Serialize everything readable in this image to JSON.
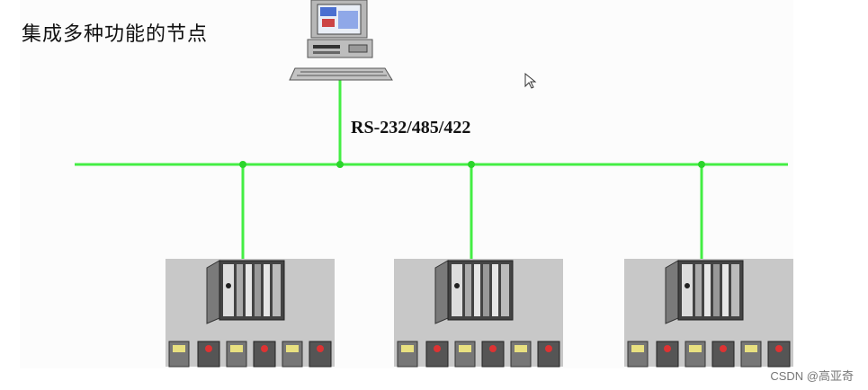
{
  "title": "集成多种功能的节点",
  "bus_label": "RS-232/485/422",
  "watermark": "CSDN @高亚奇",
  "colors": {
    "bus": "#44ee44",
    "node_bg": "#c8c8c8",
    "computer_body": "#b9b9b9"
  },
  "icons": {
    "computer": "desktop-computer-icon",
    "node_rack": "plc-rack-icon",
    "cursor": "mouse-pointer-icon"
  }
}
